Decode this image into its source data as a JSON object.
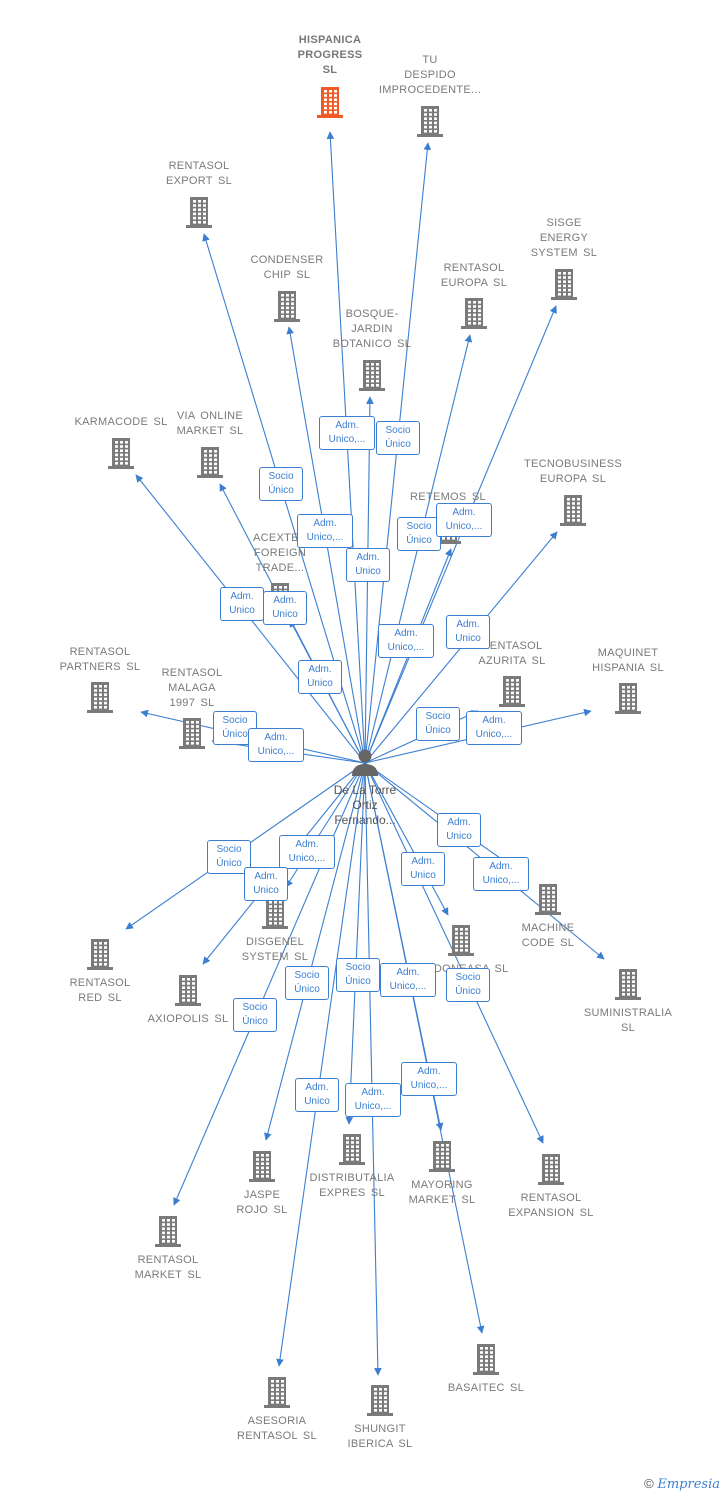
{
  "center": {
    "name_lines": [
      "De La Torre",
      "Ortiz",
      "Fernando..."
    ]
  },
  "companies": [
    {
      "id": "hispanica",
      "lines": [
        "HISPANICA",
        "PROGRESS",
        "SL"
      ],
      "highlight": true
    },
    {
      "id": "tu_despido",
      "lines": [
        "TU",
        "DESPIDO",
        "IMPROCEDENTE..."
      ]
    },
    {
      "id": "rentasol_export",
      "lines": [
        "RENTASOL",
        "EXPORT  SL"
      ]
    },
    {
      "id": "condenser",
      "lines": [
        "CONDENSER",
        "CHIP  SL"
      ]
    },
    {
      "id": "bosque",
      "lines": [
        "BOSQUE-",
        "JARDIN",
        "BOTANICO SL"
      ]
    },
    {
      "id": "rentasol_europa",
      "lines": [
        "RENTASOL",
        "EUROPA  SL"
      ]
    },
    {
      "id": "sisge",
      "lines": [
        "SISGE",
        "ENERGY",
        "SYSTEM  SL"
      ]
    },
    {
      "id": "karmacode",
      "lines": [
        "KARMACODE SL"
      ]
    },
    {
      "id": "via_online",
      "lines": [
        "VIA ONLINE",
        "MARKET SL"
      ]
    },
    {
      "id": "tecnobusiness",
      "lines": [
        "TECNOBUSINESS",
        "EUROPA SL"
      ]
    },
    {
      "id": "retemos",
      "lines": [
        "RETEMOS  SL"
      ]
    },
    {
      "id": "acexter",
      "lines": [
        "ACEXTER",
        "FOREIGN",
        "TRADE..."
      ]
    },
    {
      "id": "rentasol_partners",
      "lines": [
        "RENTASOL",
        "PARTNERS  SL"
      ]
    },
    {
      "id": "rentasol_malaga",
      "lines": [
        "RENTASOL",
        "MALAGA",
        "1997  SL"
      ]
    },
    {
      "id": "rentasol_azurita",
      "lines": [
        "RENTASOL",
        "AZURITA  SL"
      ]
    },
    {
      "id": "maquinet",
      "lines": [
        "MAQUINET",
        "HISPANIA  SL"
      ]
    },
    {
      "id": "machine_code",
      "lines": [
        "MACHINE",
        "CODE SL"
      ]
    },
    {
      "id": "disgenel",
      "lines": [
        "DISGENEL",
        "SYSTEM  SL"
      ]
    },
    {
      "id": "rentasol_red",
      "lines": [
        "RENTASOL",
        "RED  SL"
      ]
    },
    {
      "id": "axiopolis",
      "lines": [
        "AXIOPOLIS SL"
      ]
    },
    {
      "id": "lledoneasa",
      "lines": [
        "LLEDONEASA SL"
      ]
    },
    {
      "id": "suministralia",
      "lines": [
        "SUMINISTRALIA",
        "SL"
      ]
    },
    {
      "id": "jaspe",
      "lines": [
        "JASPE",
        "ROJO  SL"
      ]
    },
    {
      "id": "distributalia",
      "lines": [
        "DISTRIBUTALIA",
        "EXPRES  SL"
      ]
    },
    {
      "id": "mayoring",
      "lines": [
        "MAYORING",
        "MARKET  SL"
      ]
    },
    {
      "id": "rentasol_expansion",
      "lines": [
        "RENTASOL",
        "EXPANSION  SL"
      ]
    },
    {
      "id": "rentasol_market",
      "lines": [
        "RENTASOL",
        "MARKET  SL"
      ]
    },
    {
      "id": "asesoria",
      "lines": [
        "ASESORIA",
        "RENTASOL SL"
      ]
    },
    {
      "id": "shungit",
      "lines": [
        "SHUNGIT",
        "IBERICA  SL"
      ]
    },
    {
      "id": "basaitec",
      "lines": [
        "BASAITEC  SL"
      ]
    }
  ],
  "relations": [
    {
      "target": "hispanica",
      "label": "Adm.\nUnico,..."
    },
    {
      "target": "tu_despido",
      "label": "Socio\nÚnico"
    },
    {
      "target": "rentasol_export",
      "label": "Socio\nÚnico"
    },
    {
      "target": "condenser",
      "label": "Adm.\nUnico,..."
    },
    {
      "target": "bosque",
      "label": "Adm.\nUnico"
    },
    {
      "target": "rentasol_europa",
      "label": "Socio\nÚnico"
    },
    {
      "target": "sisge",
      "label": "Adm.\nUnico,..."
    },
    {
      "target": "karmacode",
      "label": "Adm.\nUnico"
    },
    {
      "target": "via_online",
      "label": "Adm.\nUnico"
    },
    {
      "target": "tecnobusiness",
      "label": "Adm.\nUnico"
    },
    {
      "target": "retemos",
      "label": "Adm.\nUnico,..."
    },
    {
      "target": "acexter",
      "label": "Adm.\nUnico"
    },
    {
      "target": "rentasol_partners",
      "label": "Socio\nÚnico"
    },
    {
      "target": "rentasol_malaga",
      "label": "Adm.\nUnico,..."
    },
    {
      "target": "rentasol_azurita",
      "label": "Socio\nÚnico"
    },
    {
      "target": "maquinet",
      "label": "Adm.\nUnico,..."
    },
    {
      "target": "machine_code",
      "label": "Adm.\nUnico"
    },
    {
      "target": "disgenel",
      "label": "Adm.\nUnico,..."
    },
    {
      "target": "rentasol_red",
      "label": "Socio\nÚnico"
    },
    {
      "target": "axiopolis",
      "label": "Adm.\nUnico"
    },
    {
      "target": "lledoneasa",
      "label": "Adm.\nUnico"
    },
    {
      "target": "suministralia",
      "label": "Adm.\nUnico,..."
    },
    {
      "target": "jaspe",
      "label": "Socio\nÚnico"
    },
    {
      "target": "distributalia",
      "label": "Socio\nÚnico"
    },
    {
      "target": "mayoring",
      "label": "Adm.\nUnico,..."
    },
    {
      "target": "rentasol_expansion",
      "label": "Socio\nÚnico"
    },
    {
      "target": "rentasol_market",
      "label": "Socio\nÚnico"
    },
    {
      "target": "asesoria",
      "label": "Adm.\nUnico"
    },
    {
      "target": "shungit",
      "label": "Adm.\nUnico,..."
    },
    {
      "target": "basaitec",
      "label": "Adm.\nUnico,..."
    }
  ],
  "colors": {
    "edge": "#3c7fd1",
    "building": "#7a7a7a",
    "highlight": "#f15a24",
    "person": "#666666"
  },
  "icons": {
    "company": "building-icon",
    "person": "person-icon"
  },
  "copyright": {
    "symbol": "©",
    "brand": "Empresia"
  }
}
